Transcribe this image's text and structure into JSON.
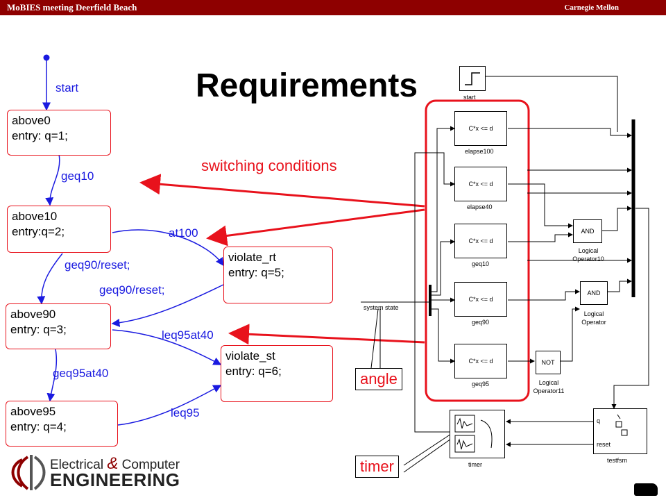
{
  "header": {
    "left": "MoBIES meeting Deerfield Beach",
    "right": "Carnegie Mellon"
  },
  "title": "Requirements",
  "callouts": {
    "switching": "switching conditions",
    "angle": "angle",
    "timer": "timer"
  },
  "states": {
    "above0": {
      "name": "above0",
      "entry": "entry: q=1;"
    },
    "above10": {
      "name": "above10",
      "entry": "entry:q=2;"
    },
    "above90": {
      "name": "above90",
      "entry": "entry: q=3;"
    },
    "above95": {
      "name": "above95",
      "entry": "entry: q=4;"
    },
    "violate_rt": {
      "name": "violate_rt",
      "entry": "entry: q=5;"
    },
    "violate_st": {
      "name": "violate_st",
      "entry": "entry: q=6;"
    }
  },
  "transitions": {
    "start": "start",
    "geq10": "geq10",
    "at100": "at100",
    "geq90_reset_1": "geq90/reset;",
    "geq90_reset_2": "geq90/reset;",
    "leq95at40": "leq95at40",
    "geq95at40": "geq95at40",
    "leq95": "leq95"
  },
  "simulink": {
    "start": "start",
    "compare_expr": "C*x <= d",
    "elapse100": "elapse100",
    "elapse40": "elapse40",
    "geq10": "geq10",
    "geq90": "geq90",
    "geq95": "geq95",
    "and_label": "AND",
    "not_label": "NOT",
    "logical_operator10": "Logical Operator10",
    "logical_operator": "Logical Operator",
    "logical_operator11": "Logical Operator11",
    "system_state": "system state",
    "timer": "timer",
    "testfsm": "testfsm",
    "port_q": "q",
    "port_reset": "reset"
  },
  "logo": {
    "line1": "Electrical",
    "amp": "&",
    "line1b": "Computer",
    "line2": "ENGINEERING"
  },
  "colors": {
    "header": "#8e0000",
    "accent": "#e8121c",
    "transition": "#1a1ae0"
  }
}
